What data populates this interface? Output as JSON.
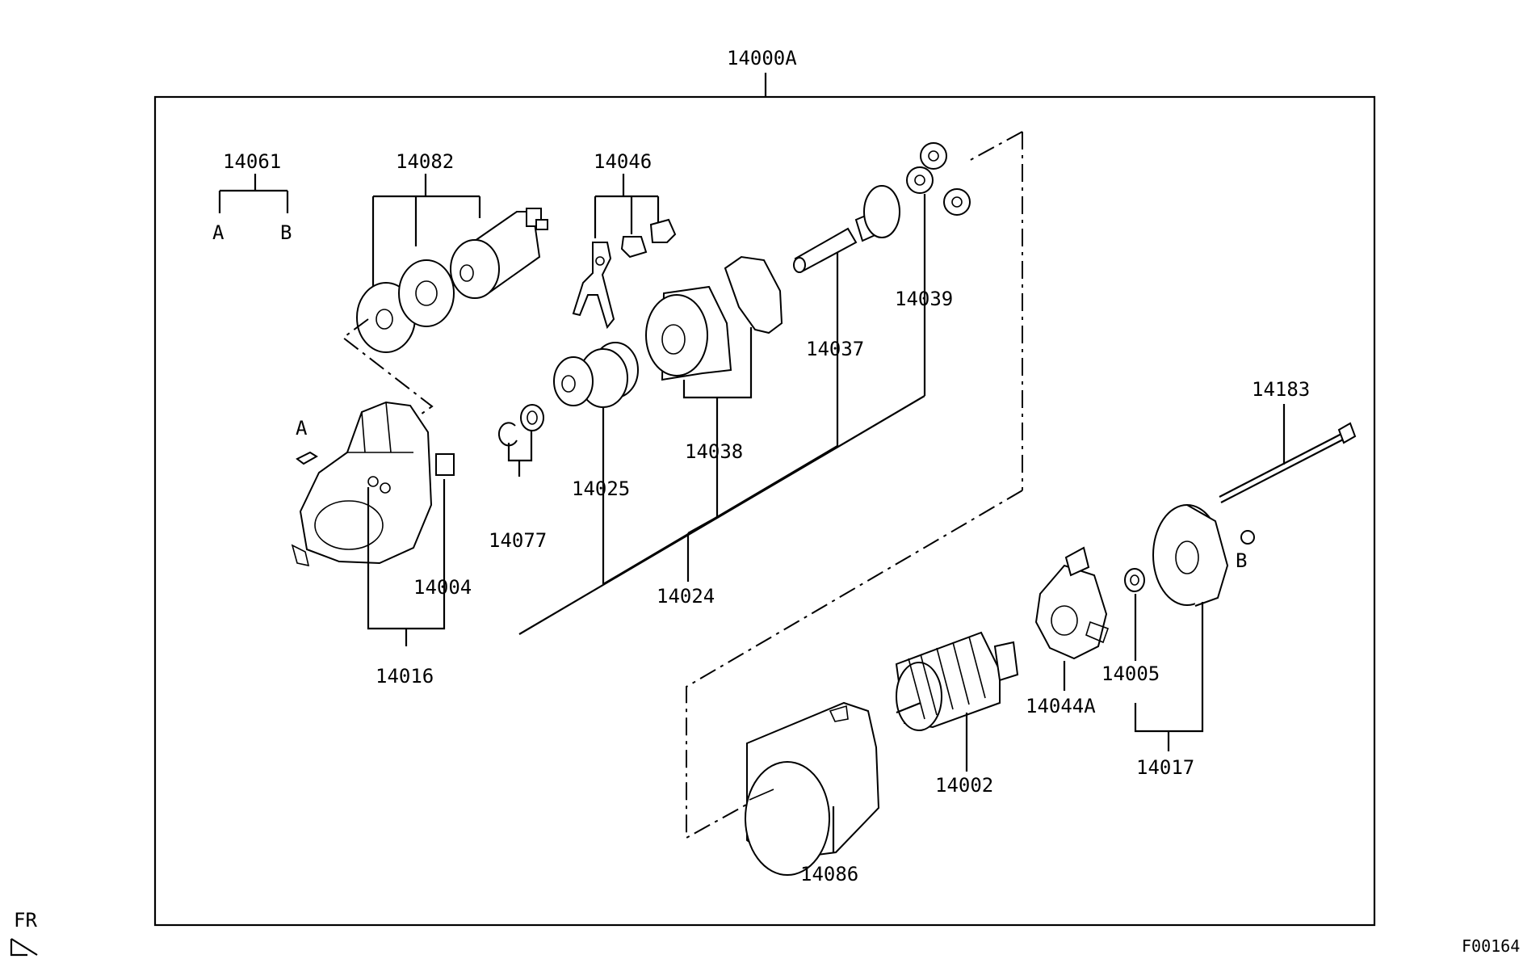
{
  "assembly_label": "14000A",
  "parts": {
    "p14061": "14061",
    "p14082": "14082",
    "p14046": "14046",
    "p14039": "14039",
    "p14037": "14037",
    "p14038": "14038",
    "p14025": "14025",
    "p14077": "14077",
    "p14024": "14024",
    "p14004": "14004",
    "p14016": "14016",
    "p14183": "14183",
    "p14005": "14005",
    "p14044A": "14044A",
    "p14002": "14002",
    "p14017": "14017",
    "p14086": "14086"
  },
  "markers": {
    "a": "A",
    "b": "B"
  },
  "orientation_label": "FR",
  "figure_code": "F00164"
}
